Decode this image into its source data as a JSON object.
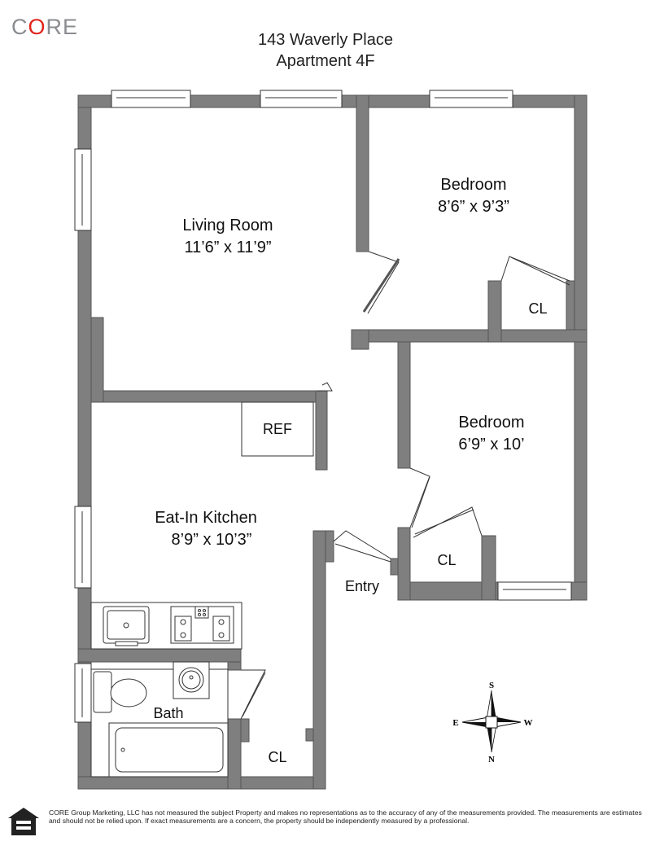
{
  "brand": {
    "prefix": "C",
    "accent": "O",
    "suffix": "RE",
    "color": "#8a8c8f",
    "accent_color": "#e2231a"
  },
  "address": {
    "line1": "143 Waverly Place",
    "line2": "Apartment 4F"
  },
  "rooms": {
    "living_room": {
      "name": "Living Room",
      "dims": "11’6” x 11’9”"
    },
    "bedroom_1": {
      "name": "Bedroom",
      "dims": "8’6” x 9’3”"
    },
    "bedroom_2": {
      "name": "Bedroom",
      "dims": "6’9” x 10’"
    },
    "kitchen": {
      "name": "Eat-In Kitchen",
      "dims": "8’9” x 10’3”"
    },
    "bath": {
      "name": "Bath"
    },
    "entry": {
      "name": "Entry"
    },
    "closet_1": {
      "name": "CL"
    },
    "closet_2": {
      "name": "CL"
    },
    "closet_3": {
      "name": "CL"
    },
    "refrigerator": {
      "name": "REF"
    }
  },
  "compass": {
    "s": "S",
    "e": "E",
    "w": "W",
    "n": "N"
  },
  "colors": {
    "wall": "#7f7f7f",
    "wall_edge": "#555555"
  },
  "disclaimer": "CORE Group Marketing, LLC has not measured the subject Property and makes no representations as to the accuracy of any of the measurements provided. The measurements are estimates and should not be relied upon. If exact measurements are a concern, the property should be independently measured by a professional."
}
